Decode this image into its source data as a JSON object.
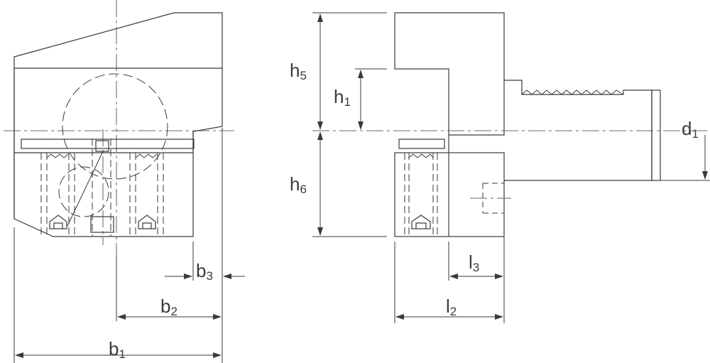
{
  "labels": {
    "b1": {
      "main": "b",
      "sub": "1"
    },
    "b2": {
      "main": "b",
      "sub": "2"
    },
    "b3": {
      "main": "b",
      "sub": "3"
    },
    "h5": {
      "main": "h",
      "sub": "5"
    },
    "h1": {
      "main": "h",
      "sub": "1"
    },
    "h6": {
      "main": "h",
      "sub": "6"
    },
    "l2": {
      "main": "l",
      "sub": "2"
    },
    "l3": {
      "main": "l",
      "sub": "3"
    },
    "d1": {
      "main": "d",
      "sub": "1"
    }
  },
  "colors": {
    "line": "#3a3a3a",
    "fill": "#ffffff"
  }
}
